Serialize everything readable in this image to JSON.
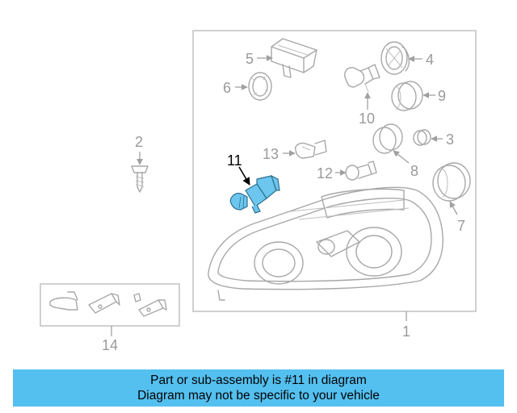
{
  "callouts": {
    "c1": "1",
    "c2": "2",
    "c3": "3",
    "c4": "4",
    "c5": "5",
    "c6": "6",
    "c7": "7",
    "c8": "8",
    "c9": "9",
    "c10": "10",
    "c11": "11",
    "c12": "12",
    "c13": "13",
    "c14": "14"
  },
  "highlighted_part": "11",
  "colors": {
    "highlight": "#6cc6ee",
    "banner": "#54c0f0",
    "outline": "#a8a8a8",
    "frame": "#c4c4c4"
  },
  "banner": {
    "line1": "Part or sub-assembly is #11 in diagram",
    "line2": "Diagram may not be specific to your vehicle"
  }
}
